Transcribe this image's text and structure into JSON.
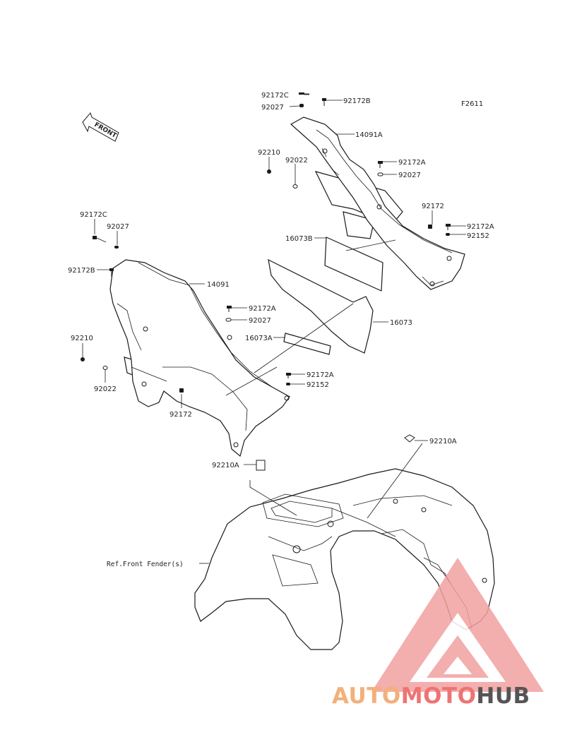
{
  "figure_code": "F2611",
  "direction_label": "FRONT",
  "labels": {
    "p92172C_top": "92172C",
    "p92027_top": "92027",
    "p92172B_top": "92172B",
    "p14091A": "14091A",
    "p92210_right": "92210",
    "p92022_right": "92022",
    "p92172A_r1": "92172A",
    "p92027_r1": "92027",
    "p92172_right": "92172",
    "p92172A_r2": "92172A",
    "p92152_right": "92152",
    "p16073B": "16073B",
    "p92172C_left": "92172C",
    "p92027_left": "92027",
    "p92172B_left": "92172B",
    "p14091": "14091",
    "p92172A_l1": "92172A",
    "p92027_l1": "92027",
    "p16073": "16073",
    "p16073A": "16073A",
    "p92210_left": "92210",
    "p92022_left": "92022",
    "p92172A_l2": "92172A",
    "p92152_left": "92152",
    "p92172_left": "92172",
    "p92210A_right": "92210A",
    "p92210A_left": "92210A",
    "ref_fender": "Ref.Front Fender(s)"
  },
  "watermark": {
    "part1": "AUTO",
    "part2": "MOTO",
    "part3": "HUB",
    "colors": {
      "auto": "#f3b07a",
      "moto": "#ee7373",
      "hub": "#555555"
    }
  }
}
